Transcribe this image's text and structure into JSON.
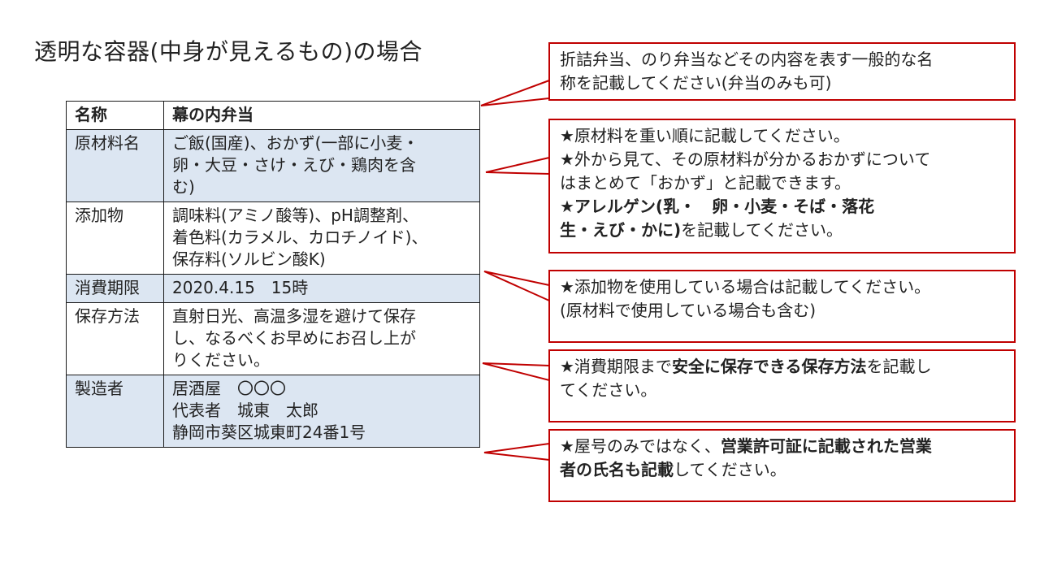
{
  "title": "透明な容器(中身が見えるもの)の場合",
  "table": {
    "rows": [
      {
        "key": "名称",
        "value": "幕の内弁当"
      },
      {
        "key": "原材料名",
        "value": "ご飯(国産)、おかず(一部に小麦・\n卵・大豆・さけ・えび・鶏肉を含\nむ)"
      },
      {
        "key": "添加物",
        "value": "調味料(アミノ酸等)、pH調整剤、\n着色料(カラメル、カロチノイド)、\n保存料(ソルビン酸K)"
      },
      {
        "key": "消費期限",
        "value": "2020.4.15　15時"
      },
      {
        "key": "保存方法",
        "value": "直射日光、高温多湿を避けて保存\nし、なるべくお早めにお召し上が\nりください。"
      },
      {
        "key": "製造者",
        "value": "居酒屋　〇〇〇\n代表者　城東　太郎\n静岡市葵区城東町24番1号"
      }
    ]
  },
  "callouts": {
    "name": {
      "line1": "折詰弁当、のり弁当などその内容を表す一般的な名",
      "line2": "称を記載してください(弁当のみも可)"
    },
    "ingredients": {
      "line1": "★原材料を重い順に記載してください。",
      "line2": "★外から見て、その原材料が分かるおかずについて",
      "line3": "はまとめて「おかず」と記載できます。",
      "line4": "★アレルゲン(乳・　卵・小麦・そば・落花",
      "line5_bold": "生・えび・かに)",
      "line5_rest": "を記載してください。"
    },
    "additives": {
      "line1": "★添加物を使用している場合は記載してください。",
      "line2": "(原材料で使用している場合も含む)"
    },
    "storage": {
      "pre": "★消費期限まで",
      "bold": "安全に保存できる保存方法",
      "post": "を記載し",
      "line2": "てください。"
    },
    "maker": {
      "pre": "★屋号のみではなく、",
      "bold1": "営業許可証に記載された営業",
      "bold2": "者の氏名も記載",
      "post": "してください。"
    }
  },
  "colors": {
    "callout_border": "#c00000",
    "row_shade": "#dce6f2",
    "table_border": "#1a1a1a"
  }
}
